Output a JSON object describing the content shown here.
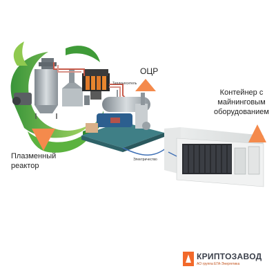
{
  "labels": {
    "reactor": "Плазменный реактор",
    "orc": "ОЦР",
    "container": "Контейнер с майнинговым оборудованием",
    "heat_carrier": "Теплоноситель",
    "electricity": "Электричество"
  },
  "brand": {
    "name": "КРИПТОЗАВОД",
    "subtitle": "АО группа ЕГА-Энергетика"
  },
  "colors": {
    "accent_orange": "#f48a4c",
    "leaf_green": "#4aa33a",
    "pipe_red": "#c75a4a",
    "cable_blue": "#3e6fb5"
  }
}
